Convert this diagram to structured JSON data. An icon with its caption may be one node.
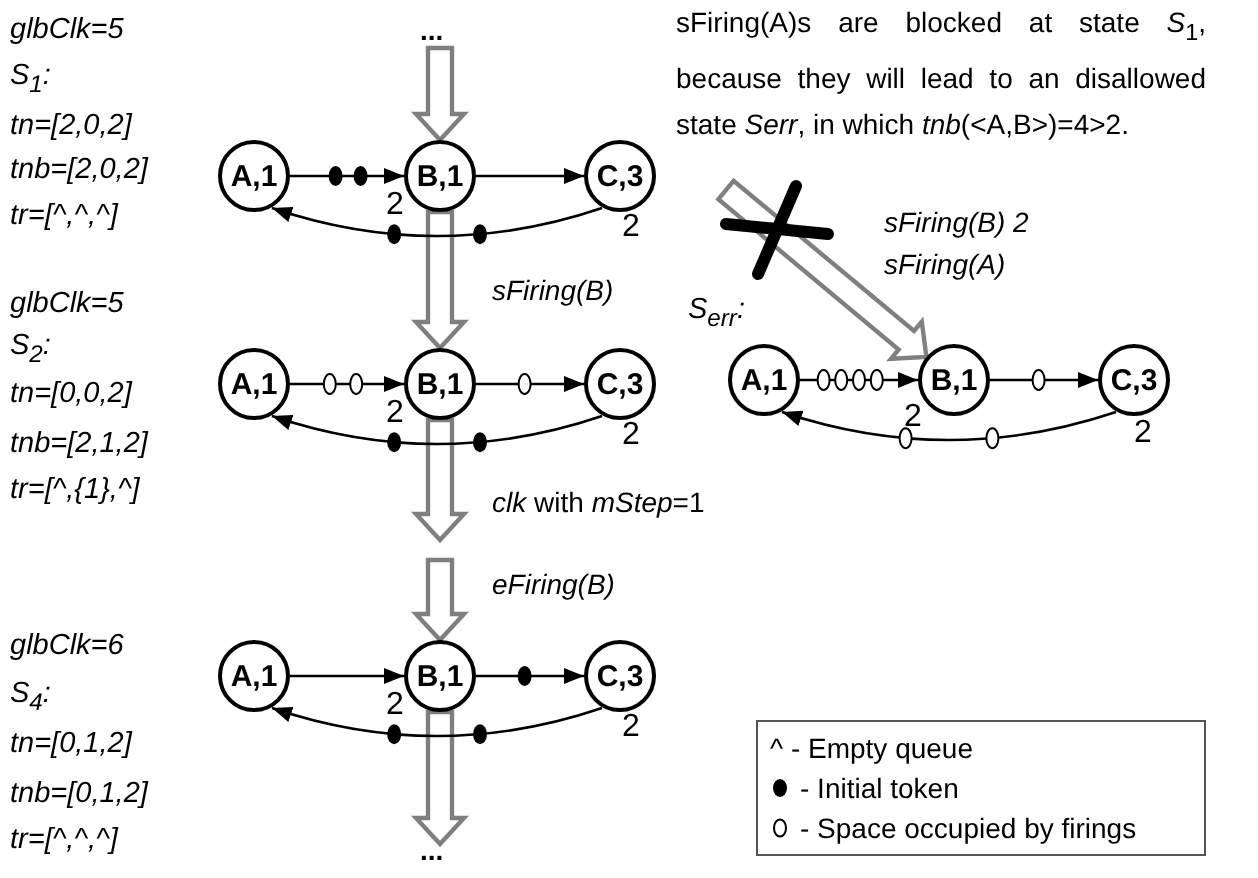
{
  "diagram": {
    "nodes": [
      {
        "text": [
          "..."
        ]
      },
      {
        "text": [
          "A,1"
        ]
      },
      {
        "text": [
          "B,1"
        ],
        "beside": [
          "2"
        ]
      },
      {
        "text": [
          "C,3"
        ],
        "beside": [
          "2"
        ]
      },
      {
        "text": [
          "A,1"
        ]
      },
      {
        "text": [
          "B,1"
        ],
        "beside": [
          "2"
        ]
      },
      {
        "text": [
          "C,3"
        ],
        "beside": [
          "2"
        ]
      },
      {
        "text": [
          "A,1"
        ]
      },
      {
        "text": [
          "B,1"
        ],
        "beside": [
          "2"
        ]
      },
      {
        "text": [
          "C,3"
        ],
        "beside": [
          "2"
        ]
      },
      {
        "text": [
          "A,1"
        ]
      },
      {
        "text": [
          "B,1"
        ],
        "beside": [
          "2"
        ]
      },
      {
        "text": [
          "C,3"
        ],
        "beside": [
          "2"
        ]
      },
      {
        "text": [
          "..."
        ]
      }
    ],
    "edges": [
      {
        "from": 0,
        "to": 2,
        "arrow": "to",
        "style": "thick",
        "color": "#7f7f7f"
      },
      {
        "from": 1,
        "to": 2,
        "arrow": "to"
      },
      {
        "from": 2,
        "to": 3,
        "arrow": "to"
      },
      {
        "from": 3,
        "to": 1,
        "arrow": "to"
      },
      {
        "from": 2,
        "to": 5,
        "arrow": "to",
        "label": "sFiring(B)",
        "style": "thick",
        "color": "#7f7f7f"
      },
      {
        "from": 4,
        "to": 5,
        "arrow": "to"
      },
      {
        "from": 5,
        "to": 6,
        "arrow": "to"
      },
      {
        "from": 6,
        "to": 4,
        "arrow": "to"
      },
      {
        "from": null,
        "to": 8,
        "arrow": "to",
        "label": "sFiring(B) 2 sFiring(A)",
        "style": "thick",
        "color": "#7f7f7f"
      },
      {
        "from": 7,
        "to": 8,
        "arrow": "to"
      },
      {
        "from": 8,
        "to": 9,
        "arrow": "to"
      },
      {
        "from": 9,
        "to": 7,
        "arrow": "to"
      },
      {
        "from": 5,
        "to": null,
        "arrow": "to",
        "label": "*clk* with *mStep*=1",
        "style": "thick",
        "color": "#7f7f7f"
      },
      {
        "from": null,
        "to": 11,
        "arrow": "to",
        "label": "eFiring(B)",
        "style": "thick",
        "color": "#7f7f7f"
      },
      {
        "from": 10,
        "to": 11,
        "arrow": "to"
      },
      {
        "from": 11,
        "to": 12,
        "arrow": "to"
      },
      {
        "from": 12,
        "to": 10,
        "arrow": "to"
      },
      {
        "from": 11,
        "to": 13,
        "arrow": "to",
        "style": "thick",
        "color": "#7f7f7f"
      }
    ],
    "labels": [
      "glbClk=5",
      "S$_{1}$:",
      "tn=[2,0,2]",
      "tnb=[2,0,2]",
      "tr=[^,^,^]",
      "sFiring(A)s are blocked at state *S*$_{1}$, because they will lead to an disallowed state *Serr*, in which *tnb*(<A,B>)=4>2.",
      "glbClk=5",
      "S$_{2}$:",
      "tn=[0,0,2]",
      "tnb=[2,1,2]",
      "tr=[^,{1},^]",
      "S$_{err}$:",
      "glbClk=6",
      "S$_{4}$:",
      "tn=[0,1,2]",
      "tnb=[0,1,2]",
      "tr=[^,^,^]"
    ],
    "legend": [
      {
        "text": "^ - Empty queue"
      },
      {
        "text": "- Initial token"
      },
      {
        "text": "- Space occupied by firings"
      }
    ]
  }
}
